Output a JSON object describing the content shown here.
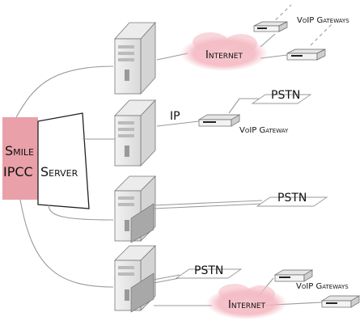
{
  "server": {
    "line1": "Smile",
    "line2": "IPCC",
    "line3": "Server"
  },
  "labels": {
    "internet_top": "Internet",
    "internet_bottom": "Internet",
    "voip_gateways_top": "VoIP Gateways",
    "voip_gateway_mid": "VoIP Gateway",
    "voip_gateways_bottom": "VoIP Gateways",
    "ip": "IP",
    "pstn_row2": "PSTN",
    "pstn_row3": "PSTN",
    "pstn_row4": "PSTN"
  },
  "colors": {
    "server_block": "#e9a0a8",
    "cloud": "#f3b6c0",
    "line": "#9a9a9a"
  }
}
